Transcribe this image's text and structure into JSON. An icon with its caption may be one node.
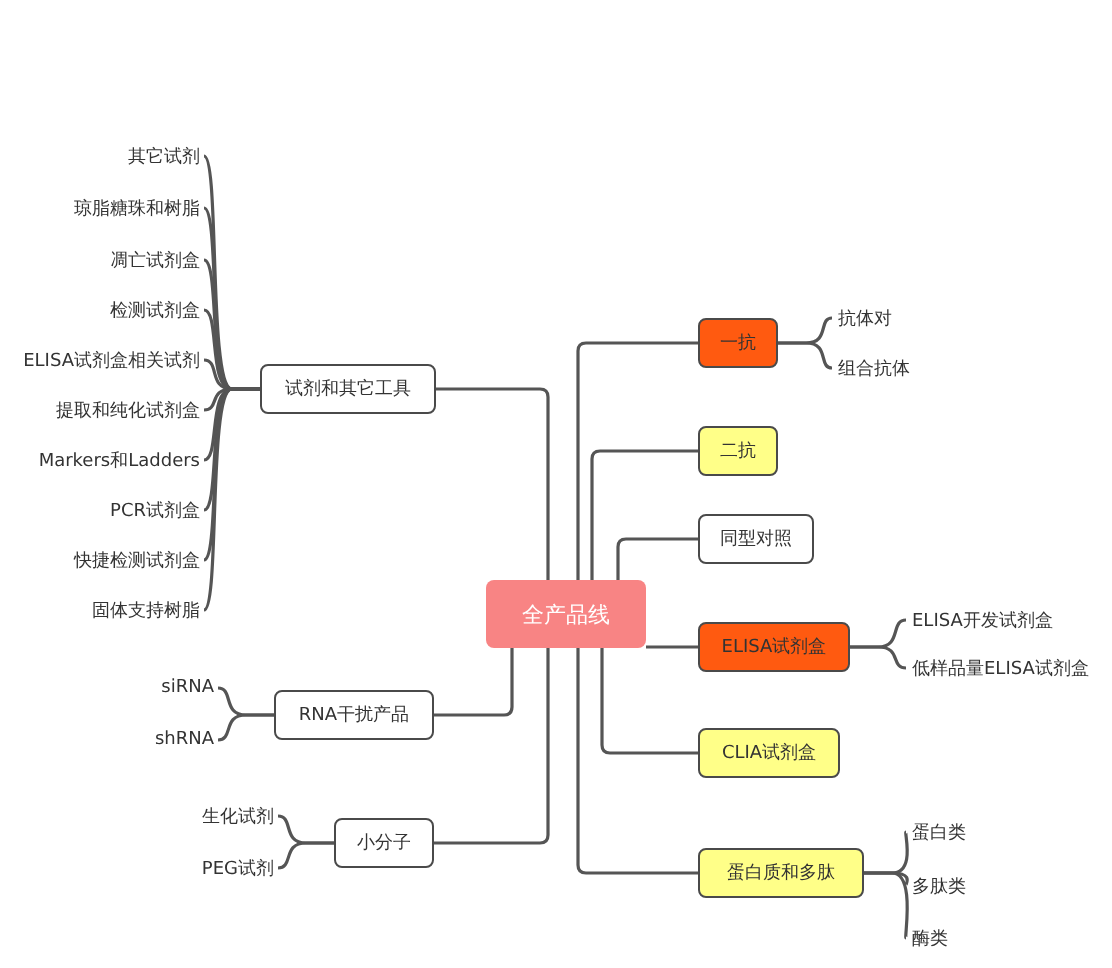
{
  "diagram": {
    "nodes": [
      {
        "text": [
          "试剂和其它工具"
        ]
      },
      {
        "text": [
          "其它试剂"
        ]
      },
      {
        "text": [
          "琼脂糖珠和树脂"
        ]
      },
      {
        "text": [
          "凋亡试剂盒"
        ]
      },
      {
        "text": [
          "检测试剂盒"
        ]
      },
      {
        "text": [
          "ELISA试剂盒相关试剂"
        ]
      },
      {
        "text": [
          "提取和纯化试剂盒"
        ]
      },
      {
        "text": [
          "Markers和Ladders"
        ]
      },
      {
        "text": [
          "PCR试剂盒"
        ]
      },
      {
        "text": [
          "快捷检测试剂盒"
        ]
      },
      {
        "text": [
          "固体支持树脂"
        ]
      },
      {
        "text": [
          "全产品线"
        ]
      },
      {
        "text": [
          "RNA干扰产品"
        ]
      },
      {
        "text": [
          "siRNA"
        ]
      },
      {
        "text": [
          "shRNA"
        ]
      },
      {
        "text": [
          "小分子"
        ]
      },
      {
        "text": [
          "生化试剂"
        ]
      },
      {
        "text": [
          "PEG试剂"
        ]
      },
      {
        "text": [
          "一抗"
        ]
      },
      {
        "text": [
          "抗体对"
        ]
      },
      {
        "text": [
          "组合抗体"
        ]
      },
      {
        "text": [
          "二抗"
        ]
      },
      {
        "text": [
          "同型对照"
        ]
      },
      {
        "text": [
          "ELISA试剂盒"
        ]
      },
      {
        "text": [
          "ELISA开发试剂盒"
        ]
      },
      {
        "text": [
          "低样品量ELISA试剂盒"
        ]
      },
      {
        "text": [
          "CLIA试剂盒"
        ]
      },
      {
        "text": [
          "蛋白质和多肽"
        ]
      },
      {
        "text": [
          "蛋白类"
        ]
      },
      {
        "text": [
          "多肽类"
        ]
      },
      {
        "text": [
          "酶类"
        ]
      }
    ],
    "edges": [
      {
        "from": 11,
        "to": 0,
        "arrow": "none"
      },
      {
        "from": 11,
        "to": 12,
        "arrow": "none"
      },
      {
        "from": 11,
        "to": 15,
        "arrow": "none"
      },
      {
        "from": 11,
        "to": 18,
        "arrow": "none"
      },
      {
        "from": 11,
        "to": 21,
        "arrow": "none"
      },
      {
        "from": 11,
        "to": 22,
        "arrow": "none"
      },
      {
        "from": 11,
        "to": 23,
        "arrow": "none"
      },
      {
        "from": 11,
        "to": 26,
        "arrow": "none"
      },
      {
        "from": 11,
        "to": 27,
        "arrow": "none"
      },
      {
        "from": 0,
        "to": 1,
        "arrow": "none"
      },
      {
        "from": 0,
        "to": 2,
        "arrow": "none"
      },
      {
        "from": 0,
        "to": 3,
        "arrow": "none"
      },
      {
        "from": 0,
        "to": 4,
        "arrow": "none"
      },
      {
        "from": 0,
        "to": 5,
        "arrow": "none"
      },
      {
        "from": 0,
        "to": 6,
        "arrow": "none"
      },
      {
        "from": 0,
        "to": 7,
        "arrow": "none"
      },
      {
        "from": 0,
        "to": 8,
        "arrow": "none"
      },
      {
        "from": 0,
        "to": 9,
        "arrow": "none"
      },
      {
        "from": 0,
        "to": 10,
        "arrow": "none"
      },
      {
        "from": 12,
        "to": 13,
        "arrow": "none"
      },
      {
        "from": 12,
        "to": 14,
        "arrow": "none"
      },
      {
        "from": 15,
        "to": 16,
        "arrow": "none"
      },
      {
        "from": 15,
        "to": 17,
        "arrow": "none"
      },
      {
        "from": 18,
        "to": 19,
        "arrow": "none"
      },
      {
        "from": 18,
        "to": 20,
        "arrow": "none"
      },
      {
        "from": 23,
        "to": 24,
        "arrow": "none"
      },
      {
        "from": 23,
        "to": 25,
        "arrow": "none"
      },
      {
        "from": 27,
        "to": 28,
        "arrow": "none"
      },
      {
        "from": 27,
        "to": 29,
        "arrow": "none"
      },
      {
        "from": 27,
        "to": 30,
        "arrow": "none"
      }
    ]
  }
}
